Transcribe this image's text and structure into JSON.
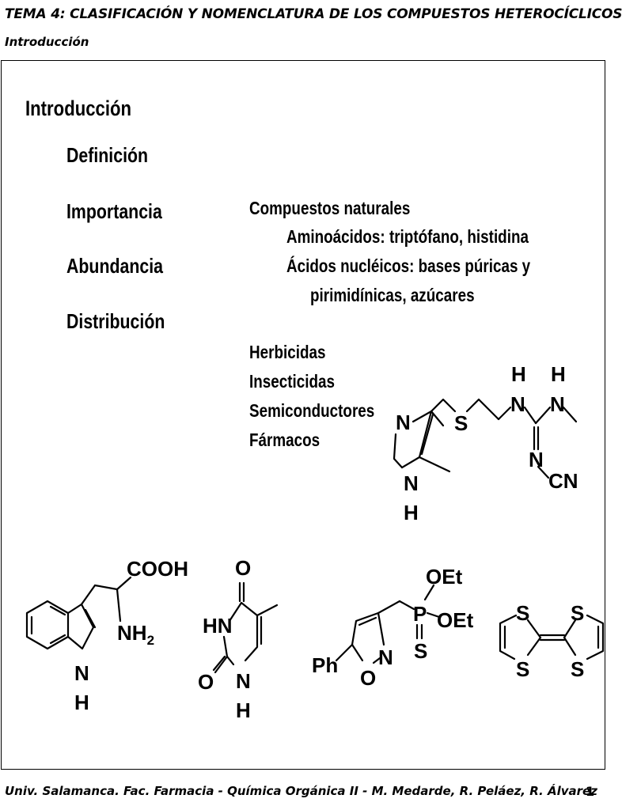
{
  "header": {
    "title": "TEMA 4: CLASIFICACIÓN Y NOMENCLATURA DE LOS COMPUESTOS HETEROCÍCLICOS",
    "subtitle": "Introducción"
  },
  "outline": {
    "heading": "Introducción",
    "items": [
      "Definición",
      "Importancia",
      "Abundancia",
      "Distribución"
    ]
  },
  "natural": {
    "heading": "Compuestos naturales",
    "line1": "Aminoácidos: triptófano, histidina",
    "line2": "Ácidos nucléicos: bases púricas y",
    "line3": "pirimidínicas, azúcares"
  },
  "uses": [
    "Herbicidas",
    "Insecticidas",
    "Semiconductores",
    "Fármacos"
  ],
  "atoms": {
    "N": "N",
    "H": "H",
    "S": "S",
    "O": "O",
    "P": "P",
    "CN": "CN",
    "COOH": "COOH",
    "NH": "NH",
    "sub2": "2",
    "HN": "HN",
    "OEt": "OEt",
    "Ph": "Ph"
  },
  "footer": {
    "text": "Univ. Salamanca. Fac. Farmacia - Química Orgánica II - M. Medarde, R. Peláez, R. Álvarez",
    "page": "1"
  }
}
